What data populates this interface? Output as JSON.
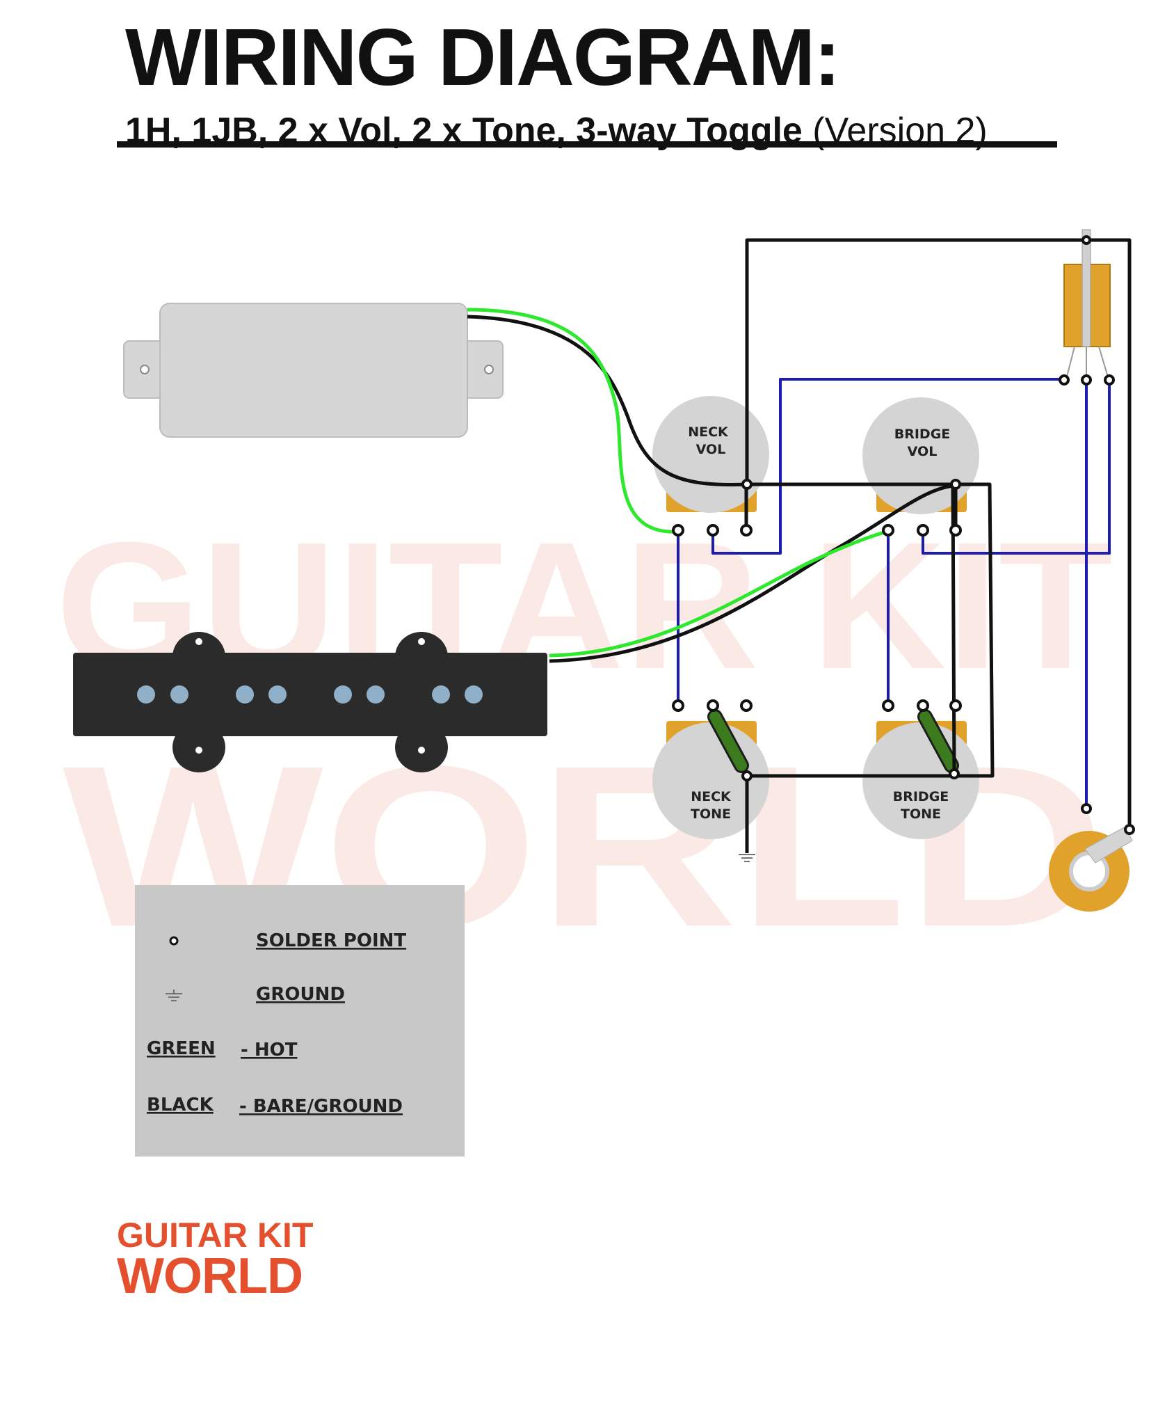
{
  "header": {
    "title": "WIRING DIAGRAM:",
    "subtitle_main": "1H, 1JB, 2 x Vol, 2 x Tone, 3-way Toggle",
    "subtitle_version": "(Version 2)"
  },
  "watermark": {
    "line1": "GUITAR KIT",
    "line2": "WORLD"
  },
  "pots": {
    "neck_vol": [
      "NECK",
      "VOL"
    ],
    "bridge_vol": [
      "BRIDGE",
      "VOL"
    ],
    "neck_tone": [
      "NECK",
      "TONE"
    ],
    "bridge_tone": [
      "BRIDGE",
      "TONE"
    ]
  },
  "legend": {
    "solder_point": "SOLDER POINT",
    "ground": "GROUND",
    "green": "GREEN",
    "hot": "- HOT",
    "black": "BLACK",
    "bare_ground": "- BARE/GROUND"
  },
  "logo": {
    "line1": "GUITAR KIT",
    "line2": "WORLD"
  },
  "colors": {
    "wire_black": "#111111",
    "wire_green": "#2ee82e",
    "wire_blue": "#1c1cb0",
    "pot_body": "#d4d4d4",
    "lug_orange": "#e0a22a",
    "cap_green": "#3c7a1e",
    "brand_orange": "#e4502e",
    "watermark": "#fbe9e6",
    "legend_bg": "#c8c8c8",
    "humbucker": "#d6d6d6",
    "jazz_pickup": "#2b2b2b",
    "pole_piece": "#8fb0c8"
  }
}
